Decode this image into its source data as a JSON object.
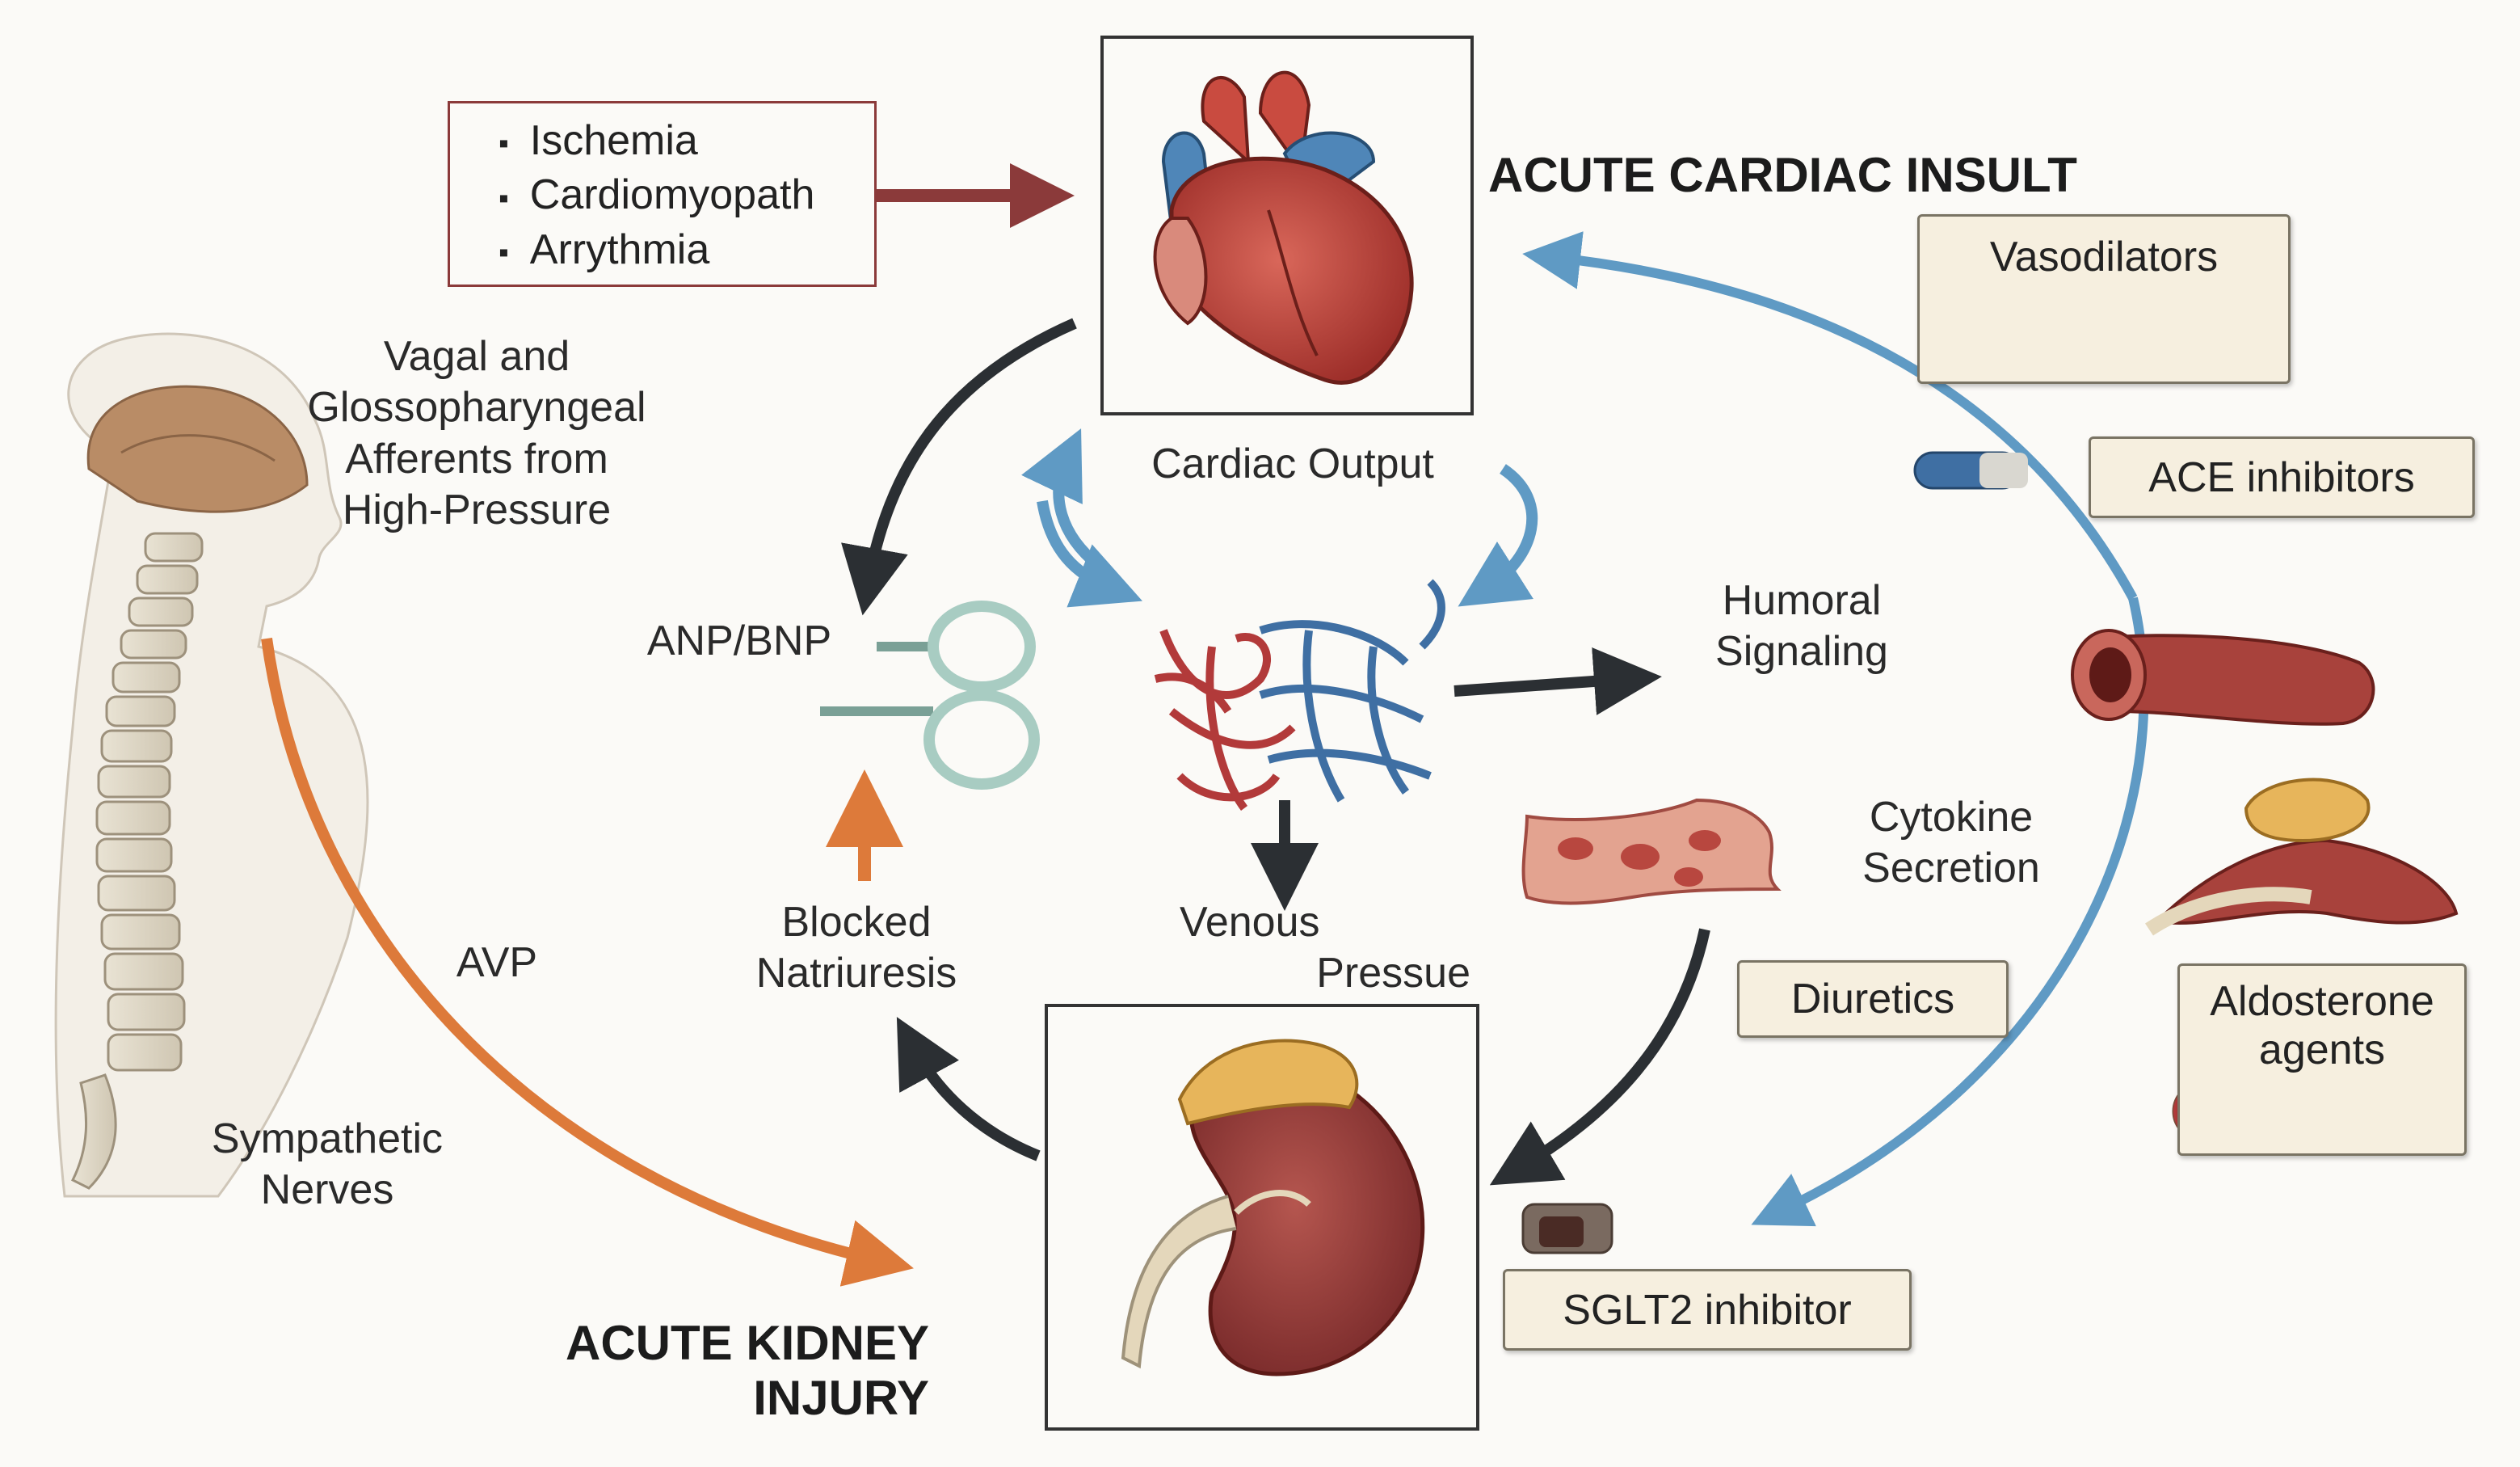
{
  "causes": [
    "Ischemia",
    "Cardiomyopath",
    "Arrythmia"
  ],
  "acute_cardiac_insult": "ACUTE CARDIAC INSULT",
  "acute_kidney_injury": [
    "ACUTE KIDNEY",
    "INJURY"
  ],
  "vagal_afferents": [
    "Vagal and Glossopharyngeal",
    "Afferents from",
    "High-Pressure"
  ],
  "cardiac_output": "Cardiac Output",
  "anp_bnp": "ANP/BNP",
  "humoral_signaling": [
    "Humoral",
    "Signaling"
  ],
  "cytokine_secretion": [
    "Cytokine",
    "Secretion"
  ],
  "blocked_natriuresis": [
    "Blocked",
    "Natriuresis"
  ],
  "venous_pressure": [
    "Venous",
    "Pressue"
  ],
  "avp": "AVP",
  "sympathetic_nerves": [
    "Sympathetic",
    "Nerves"
  ],
  "treatments": {
    "vasodilators": "Vasodilators",
    "ace_inhibitors": "ACE inhibitors",
    "diuretics": "Diuretics",
    "aldosterone_agents": [
      "Aldosterone",
      "agents"
    ],
    "sglt2_inhibitor": "SGLT2 inhibitor"
  },
  "colors": {
    "cause_arrow": "#8b3a3a",
    "dark_arrow": "#2b2f33",
    "blue_arrow": "#5f9ac4",
    "orange_arrow": "#dd7a3a",
    "treatment_box": "#f6efdf"
  }
}
